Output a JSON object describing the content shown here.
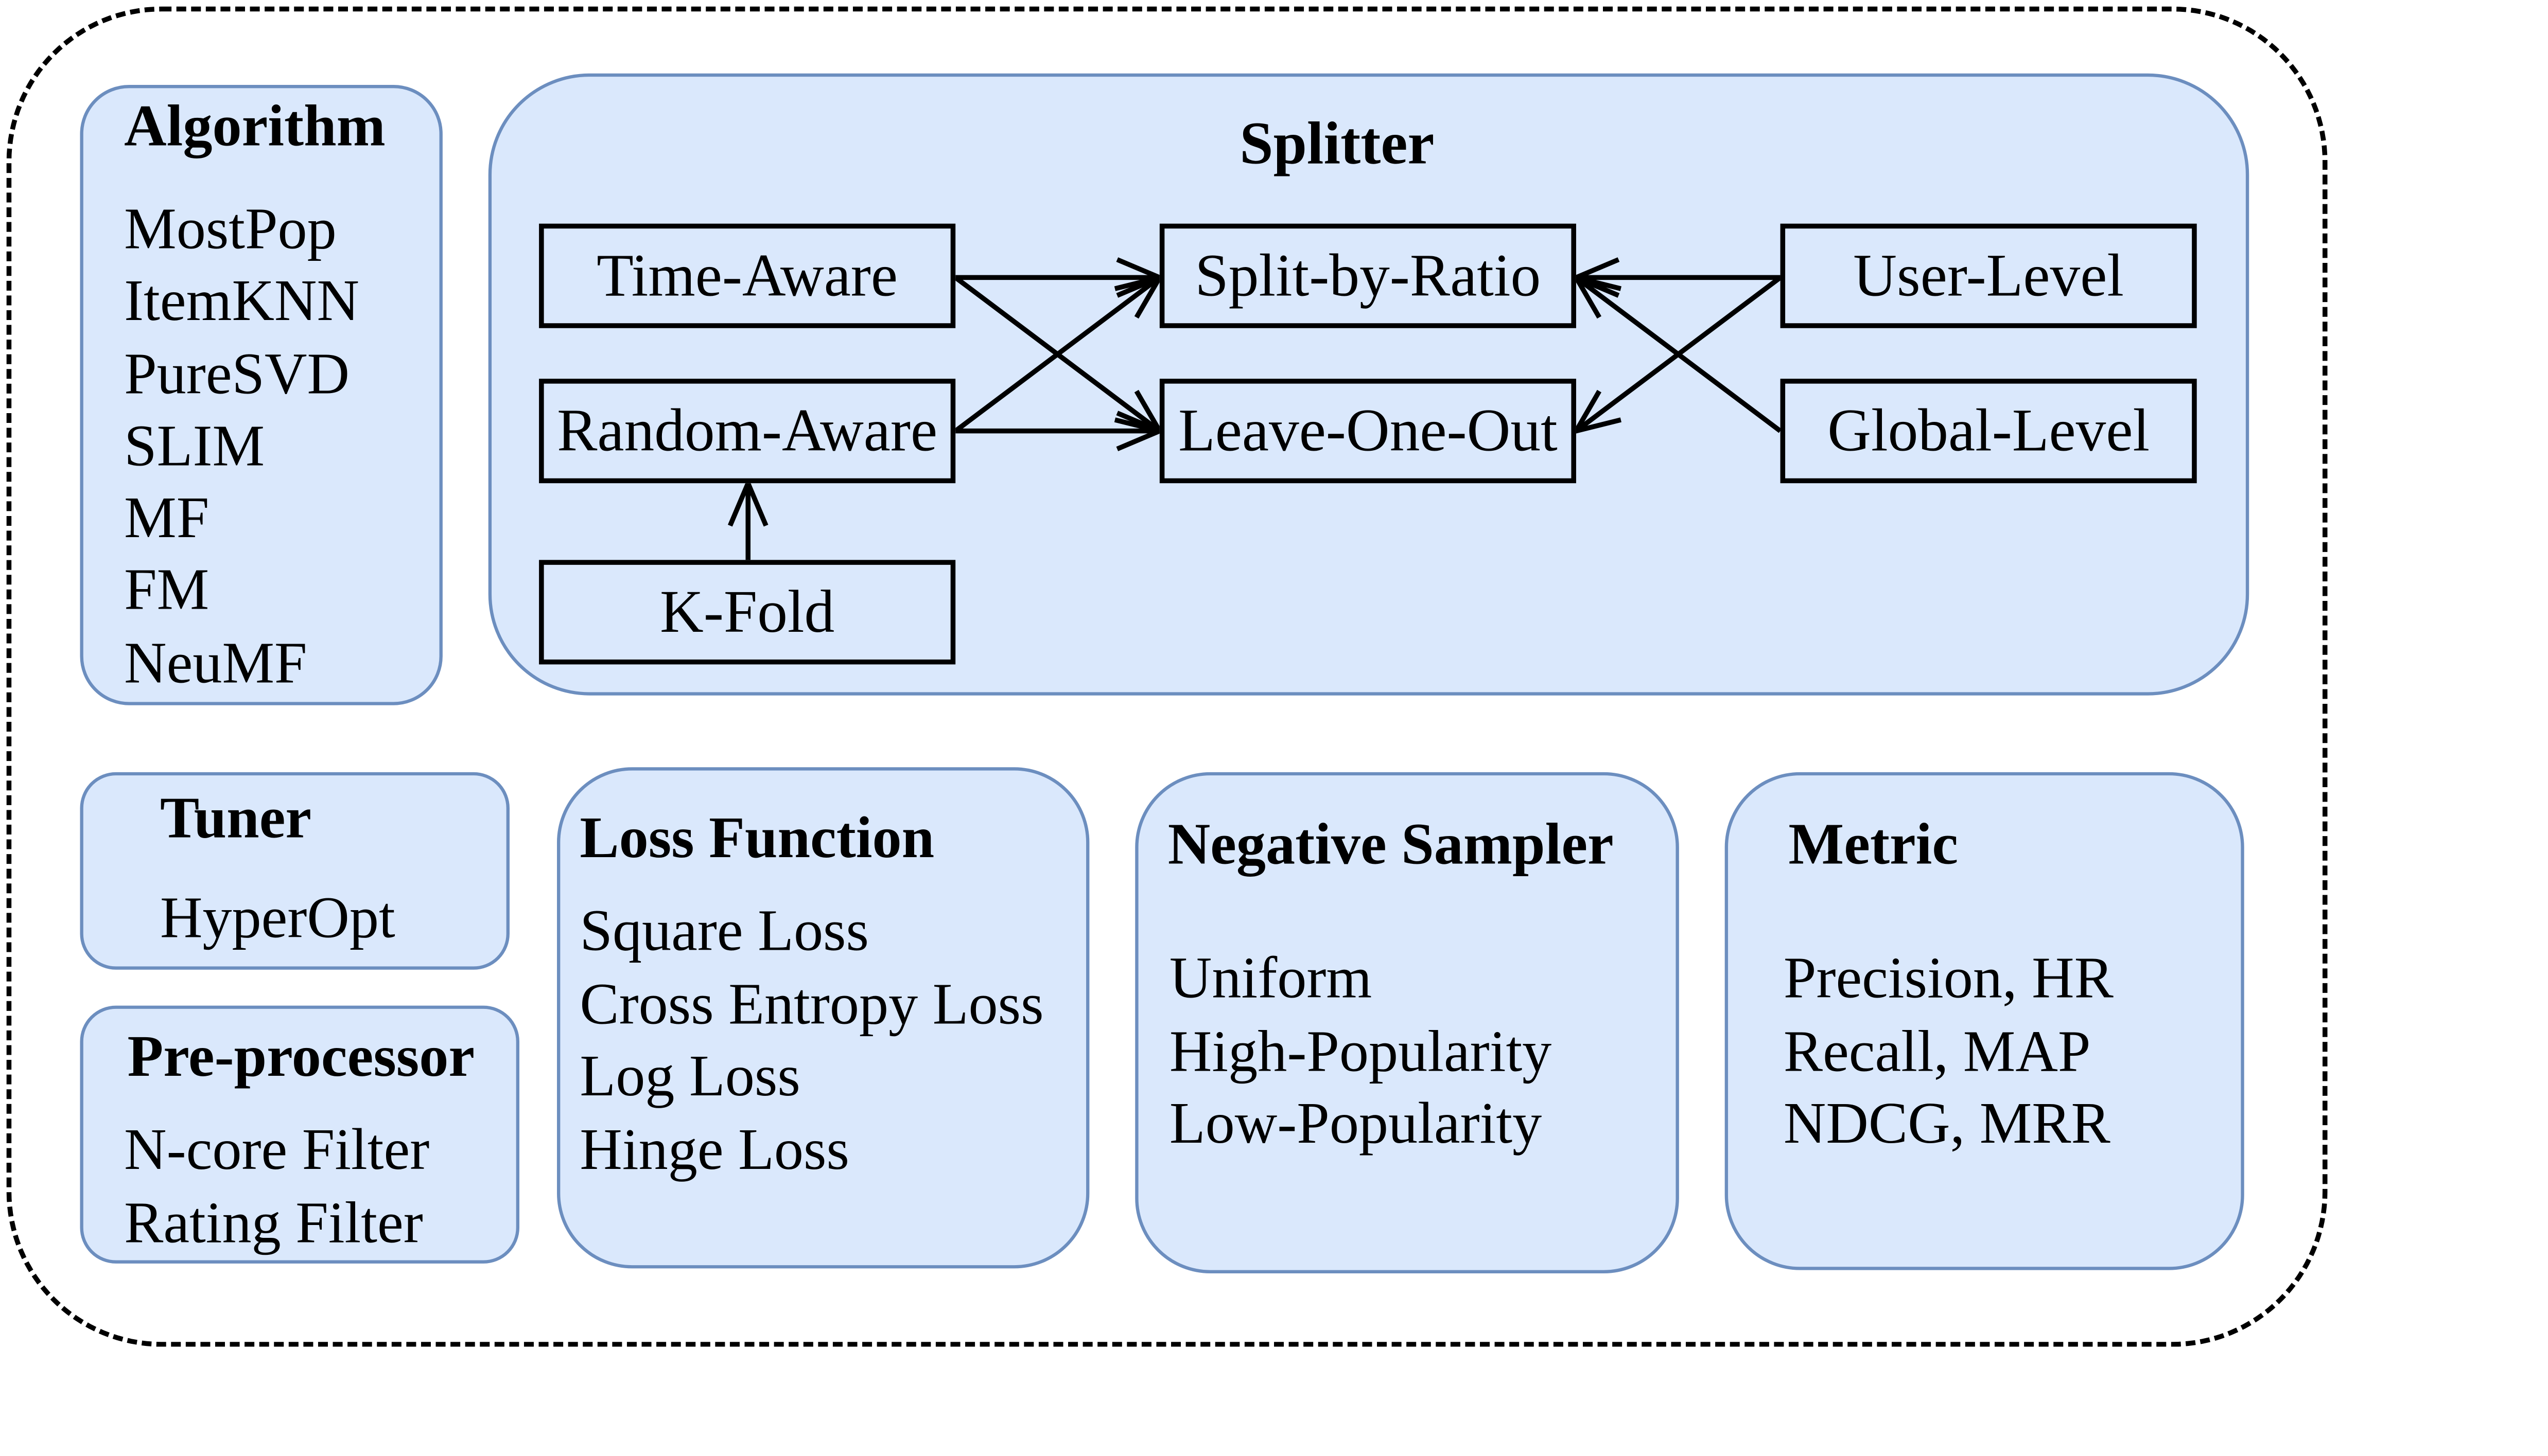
{
  "algorithm": {
    "title": "Algorithm",
    "items": [
      "MostPop",
      "ItemKNN",
      "PureSVD",
      "SLIM",
      "MF",
      "FM",
      "NeuMF"
    ]
  },
  "splitter": {
    "title": "Splitter",
    "nodes": {
      "time_aware": "Time-Aware",
      "random_aware": "Random-Aware",
      "k_fold": "K-Fold",
      "split_by_ratio": "Split-by-Ratio",
      "leave_one_out": "Leave-One-Out",
      "user_level": "User-Level",
      "global_level": "Global-Level"
    },
    "edges": [
      [
        "time_aware",
        "split_by_ratio"
      ],
      [
        "time_aware",
        "leave_one_out"
      ],
      [
        "random_aware",
        "split_by_ratio"
      ],
      [
        "random_aware",
        "leave_one_out"
      ],
      [
        "k_fold",
        "random_aware"
      ],
      [
        "user_level",
        "split_by_ratio"
      ],
      [
        "user_level",
        "leave_one_out"
      ],
      [
        "global_level",
        "split_by_ratio"
      ]
    ]
  },
  "tuner": {
    "title": "Tuner",
    "items": [
      "HyperOpt"
    ]
  },
  "preprocessor": {
    "title": "Pre-processor",
    "items": [
      "N-core Filter",
      "Rating Filter"
    ]
  },
  "loss_function": {
    "title": "Loss Function",
    "items": [
      "Square Loss",
      "Cross Entropy Loss",
      "Log Loss",
      "Hinge Loss"
    ]
  },
  "negative_sampler": {
    "title": "Negative Sampler",
    "items": [
      "Uniform",
      "High-Popularity",
      "Low-Popularity"
    ]
  },
  "metric": {
    "title": "Metric",
    "items": [
      "Precision, HR",
      "Recall, MAP",
      "NDCG, MRR"
    ]
  },
  "colors": {
    "panel_fill": "#dae8fc",
    "panel_border": "#6c8ebf",
    "text": "#000000"
  }
}
